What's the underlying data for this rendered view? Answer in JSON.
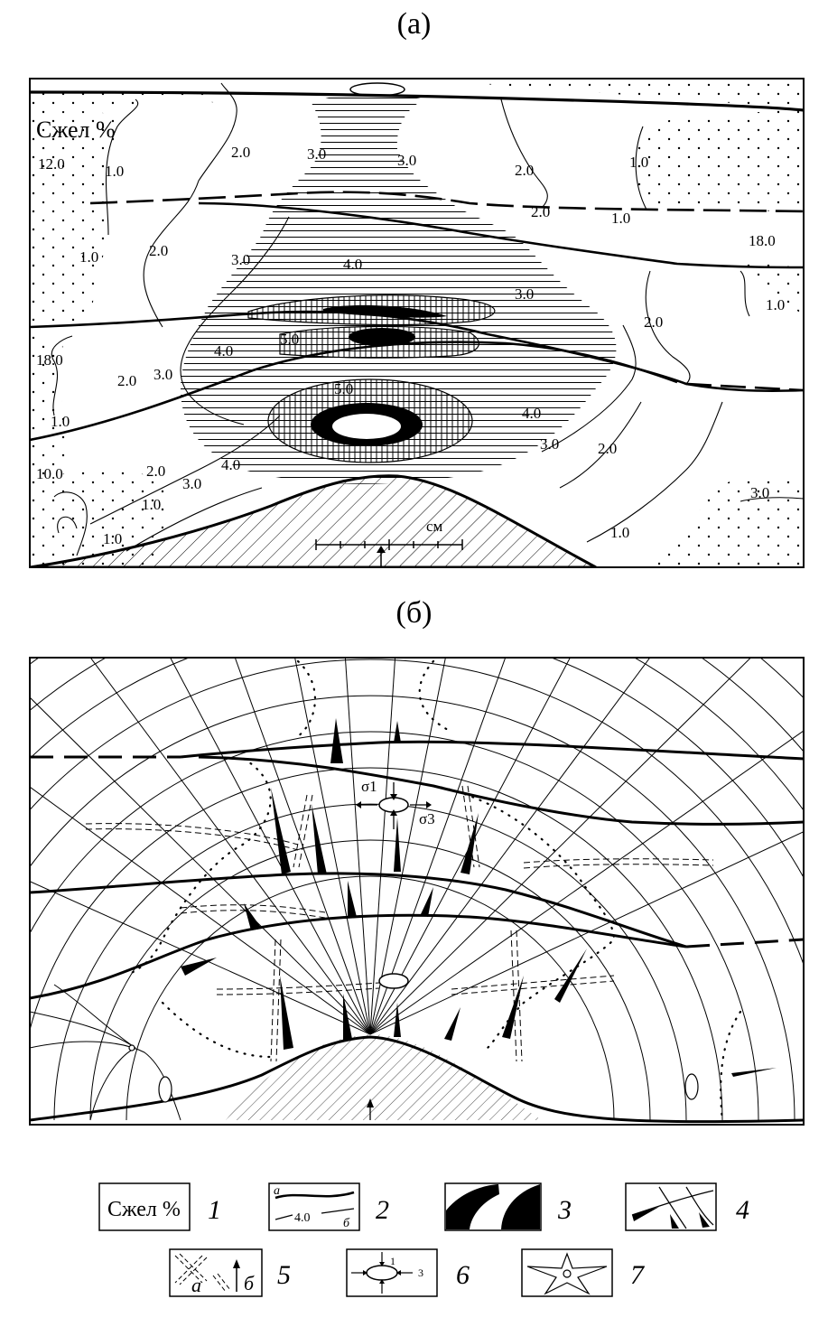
{
  "panel_a": {
    "label": "(а)",
    "unit_label": "Cжел %",
    "scale_label": "см",
    "isolines": [
      {
        "id": "a1",
        "text": "12.0"
      },
      {
        "id": "a2",
        "text": "1.0"
      },
      {
        "id": "a3",
        "text": "2.0"
      },
      {
        "id": "a4",
        "text": "3.0"
      },
      {
        "id": "a5",
        "text": "3.0"
      },
      {
        "id": "a6",
        "text": "2.0"
      },
      {
        "id": "a7",
        "text": "1.0"
      },
      {
        "id": "a8",
        "text": "2.0"
      },
      {
        "id": "a9",
        "text": "1.0"
      },
      {
        "id": "a10",
        "text": "18.0"
      },
      {
        "id": "a11",
        "text": "1.0"
      },
      {
        "id": "a12",
        "text": "2.0"
      },
      {
        "id": "a13",
        "text": "3.0"
      },
      {
        "id": "a14",
        "text": "4.0"
      },
      {
        "id": "a15",
        "text": "3.0"
      },
      {
        "id": "a16",
        "text": "1.0"
      },
      {
        "id": "a17",
        "text": "5.0"
      },
      {
        "id": "a18",
        "text": "4.0"
      },
      {
        "id": "a19",
        "text": "2.0"
      },
      {
        "id": "a20",
        "text": "18.0"
      },
      {
        "id": "a21",
        "text": "2.0"
      },
      {
        "id": "a22",
        "text": "3.0"
      },
      {
        "id": "a23",
        "text": "5.0"
      },
      {
        "id": "a24",
        "text": "1.0"
      },
      {
        "id": "a25",
        "text": "4.0"
      },
      {
        "id": "a26",
        "text": "3.0"
      },
      {
        "id": "a27",
        "text": "2.0"
      },
      {
        "id": "a28",
        "text": "10.0"
      },
      {
        "id": "a29",
        "text": "2.0"
      },
      {
        "id": "a30",
        "text": "4.0"
      },
      {
        "id": "a31",
        "text": "3.0"
      },
      {
        "id": "a32",
        "text": "1.0"
      },
      {
        "id": "a33",
        "text": "3.0"
      },
      {
        "id": "a34",
        "text": "1.0"
      },
      {
        "id": "a35",
        "text": "1.0"
      }
    ]
  },
  "panel_b": {
    "label": "(б)",
    "sigma1": "σ1",
    "sigma3": "σ3"
  },
  "legend": {
    "items": [
      {
        "number": "1",
        "box_text": "Cжел %"
      },
      {
        "number": "2",
        "label_a": "а",
        "value": "4.0",
        "label_b": "б"
      },
      {
        "number": "3"
      },
      {
        "number": "4"
      },
      {
        "number": "5",
        "label_a": "а",
        "label_b": "б"
      },
      {
        "number": "6",
        "digit_1": "1",
        "digit_3": "3"
      },
      {
        "number": "7"
      }
    ]
  }
}
